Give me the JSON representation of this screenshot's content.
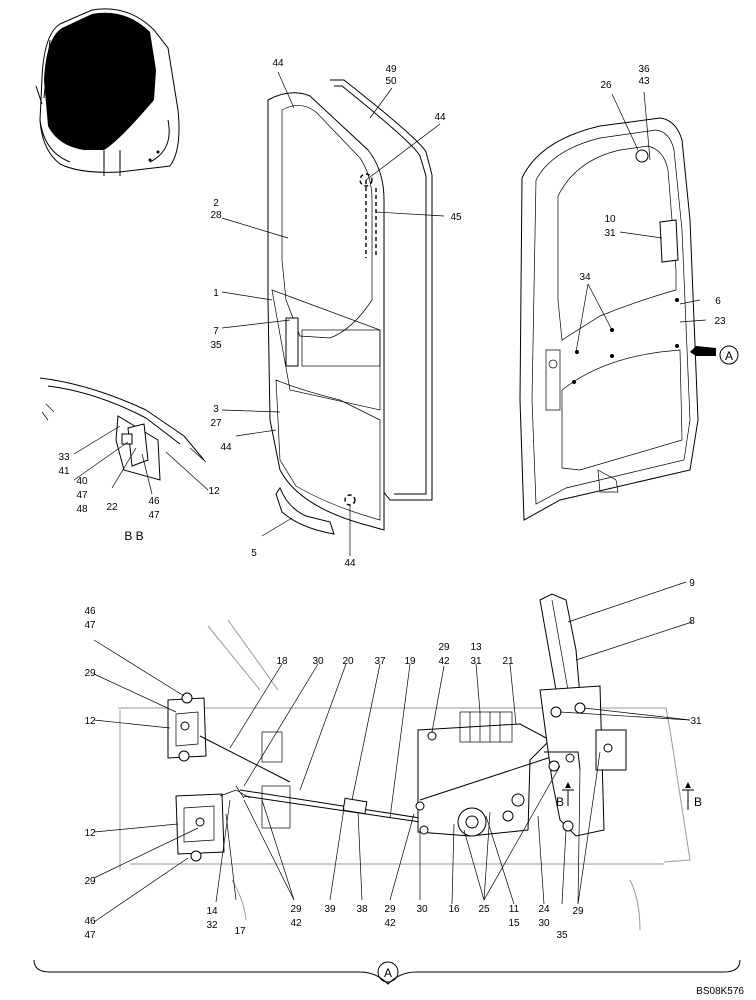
{
  "callouts": {
    "c44a": "44",
    "c49": "49",
    "c50": "50",
    "c44b": "44",
    "c45": "45",
    "c2": "2",
    "c28": "28",
    "c1": "1",
    "c7": "7",
    "c35a": "35",
    "c3": "3",
    "c27": "27",
    "c44c": "44",
    "c5": "5",
    "c44d": "44",
    "c26": "26",
    "c36": "36",
    "c43": "43",
    "c10": "10",
    "c31a": "31",
    "c34": "34",
    "c6": "6",
    "c23": "23",
    "cA_side": "A",
    "c33": "33",
    "c41": "41",
    "c40": "40",
    "c47a": "47",
    "c48": "48",
    "c22": "22",
    "c46a": "46",
    "c47b": "47",
    "c12a": "12",
    "c9": "9",
    "c8": "8",
    "c46b": "46",
    "c47c": "47",
    "c29a": "29",
    "c12b": "12",
    "c18": "18",
    "c30a": "30",
    "c20": "20",
    "c37": "37",
    "c19": "19",
    "c29b": "29",
    "c42a": "42",
    "c13": "13",
    "c31b": "31",
    "c21": "21",
    "c31c": "31",
    "c12c": "12",
    "c29c": "29",
    "c46c": "46",
    "c47d": "47",
    "c14": "14",
    "c32": "32",
    "c17": "17",
    "c29d": "29",
    "c42b": "42",
    "c39": "39",
    "c38": "38",
    "c29e": "29",
    "c42c": "42",
    "c30b": "30",
    "c16": "16",
    "c25": "25",
    "c11": "11",
    "c15": "15",
    "c24": "24",
    "c30c": "30",
    "c35b": "35",
    "c29f": "29",
    "cB_view": "B",
    "cB_arrow": "B"
  },
  "section_label": "B B",
  "view_label": "A",
  "drawing_number": "BS08K576"
}
